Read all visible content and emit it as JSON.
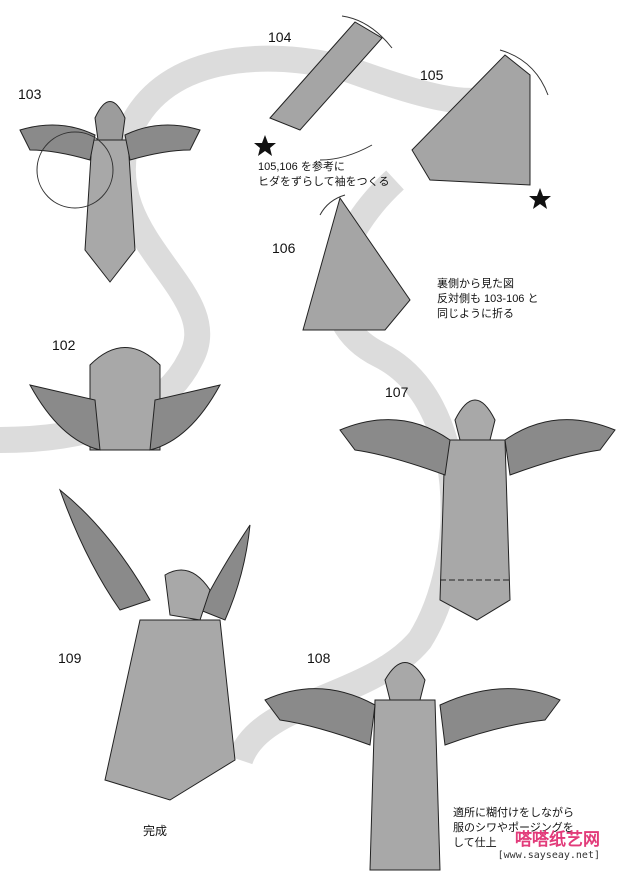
{
  "steps": {
    "s103": "103",
    "s104": "104",
    "s105": "105",
    "s106": "106",
    "s102": "102",
    "s107": "107",
    "s109": "109",
    "s108": "108"
  },
  "notes": {
    "sleeve": "105,106 を参考に\nヒダをずらして袖をつくる",
    "back_view": "裏側から見た図\n反対側も 103-106 と\n同じように折る",
    "glue": "適所に糊付けをしながら\n服のシワやポージングを\nして仕上",
    "final": "完成"
  },
  "watermark": {
    "title": "嗒嗒纸艺网",
    "url": "[www.sayseay.net]"
  }
}
